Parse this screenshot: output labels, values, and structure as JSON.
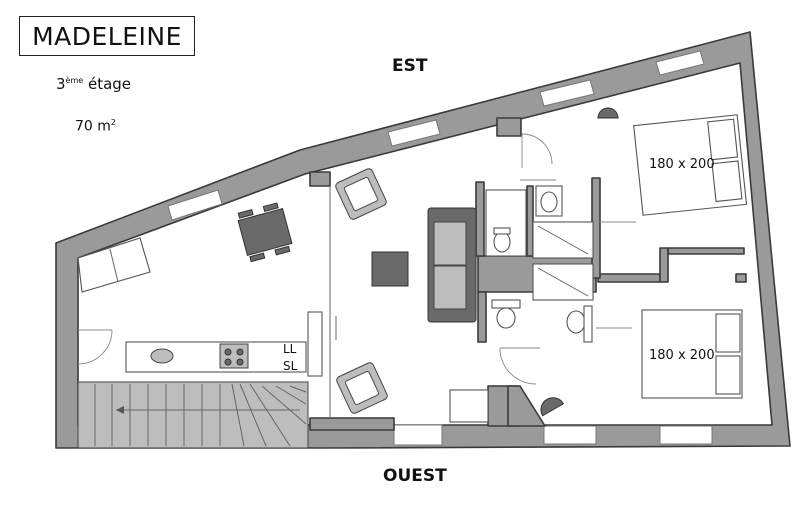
{
  "header": {
    "name": "MADELEINE",
    "floor_number": "3",
    "floor_suffix": "ème",
    "floor_word": "étage",
    "area_value": "70 m",
    "area_exp": "2"
  },
  "orientation": {
    "top": "EST",
    "bottom": "OUEST"
  },
  "rooms": {
    "bed_top_size": "180 x 200",
    "bed_bottom_size": "180 x 200",
    "appliance_ll": "LL",
    "appliance_sl": "SL"
  }
}
